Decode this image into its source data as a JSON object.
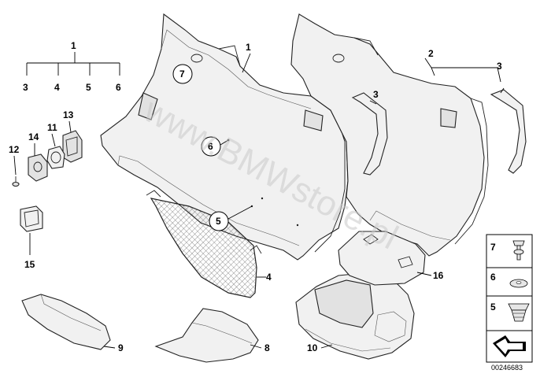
{
  "diagram": {
    "labels": {
      "p1_top": "1",
      "p1_main": "1",
      "p2": "2",
      "p3_a": "3",
      "p3_b": "3",
      "p3_c": "3",
      "p4_a": "4",
      "p4_b": "4",
      "p5_a": "5",
      "p5_b": "5",
      "p6_a": "6",
      "p6_b": "6",
      "p7_a": "7",
      "p8": "8",
      "p9": "9",
      "p10": "10",
      "p11": "11",
      "p12": "12",
      "p13": "13",
      "p14": "14",
      "p15": "15",
      "p16": "16"
    },
    "legend": {
      "l7": "7",
      "l6": "6",
      "l5": "5"
    },
    "watermark": "www.BMWstore.pl",
    "catalog_number": "00246683"
  }
}
